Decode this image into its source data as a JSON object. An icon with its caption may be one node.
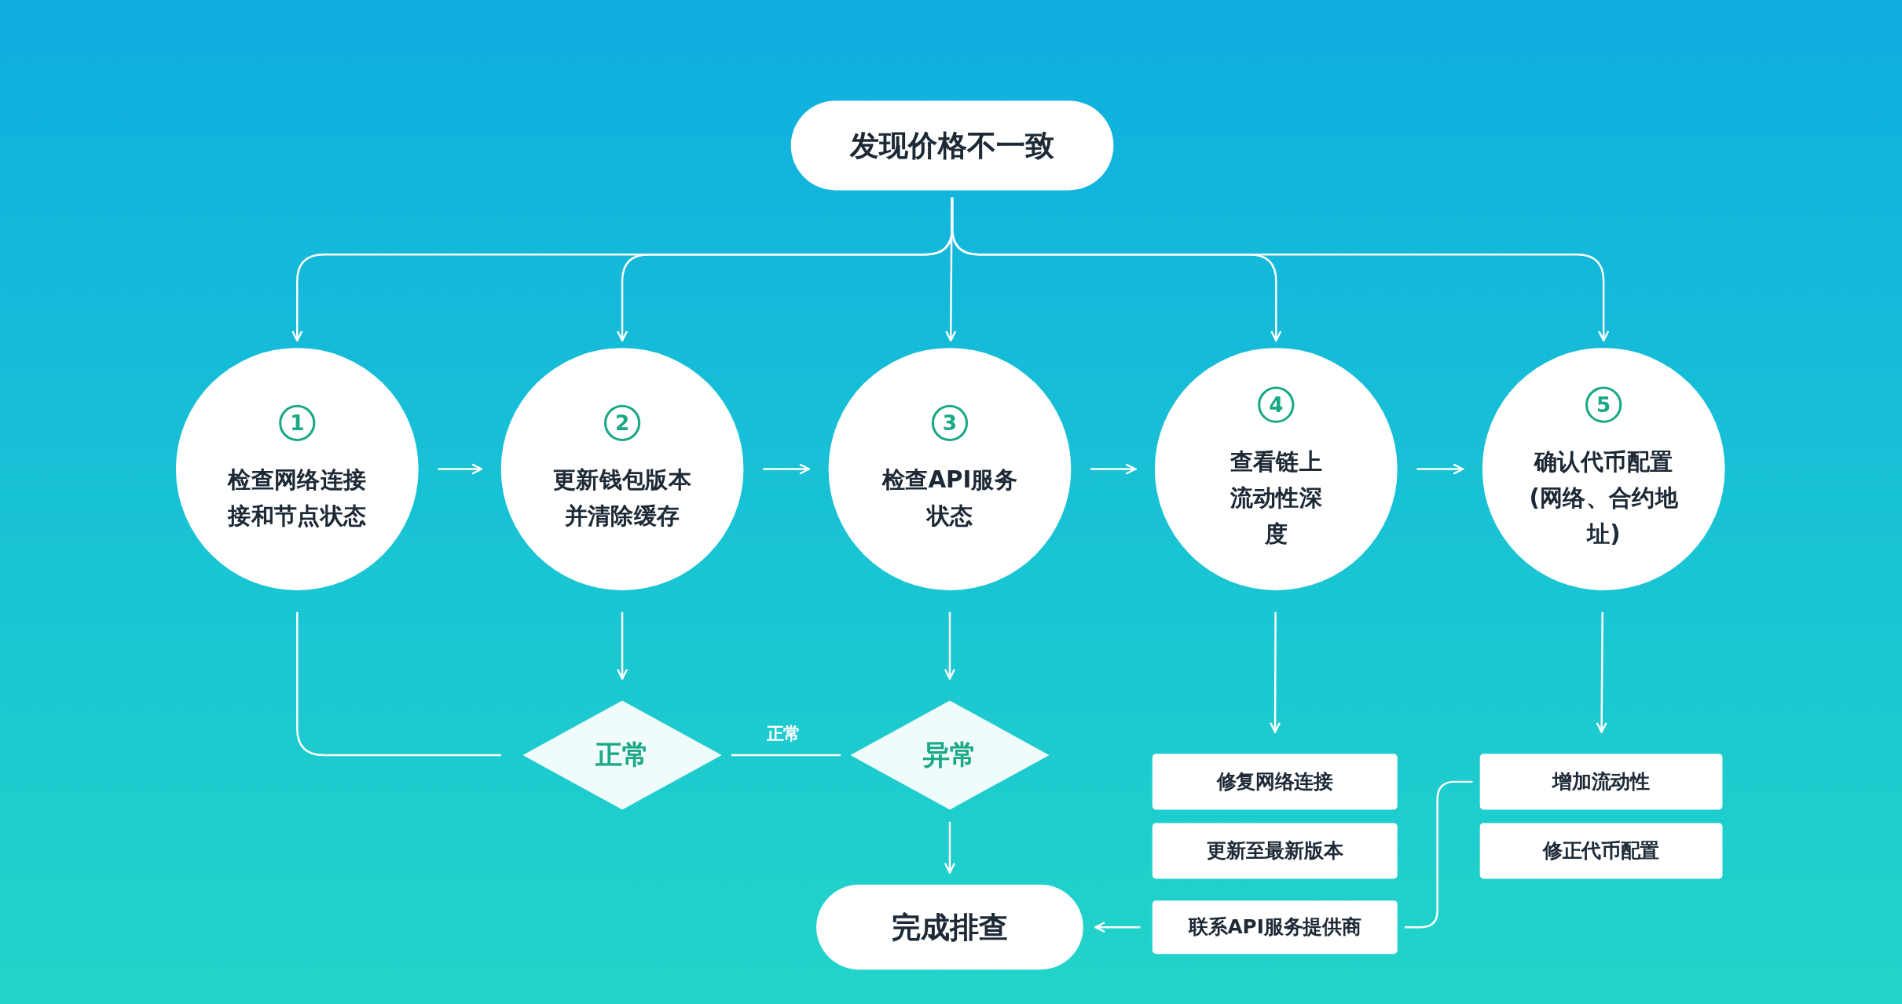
{
  "diagram": {
    "nodes": [
      {
        "text": [
          "发现价格不一致"
        ]
      },
      {
        "text": [
          "1",
          "检查网络连接接和节点状态"
        ]
      },
      {
        "text": [
          "2",
          "更新钱包版本并清除缓存"
        ]
      },
      {
        "text": [
          "3",
          "检查API服务状态"
        ]
      },
      {
        "text": [
          "4",
          "查看链上流动性深度"
        ]
      },
      {
        "text": [
          "5",
          "确认代币配置(网络、合约地址)"
        ]
      },
      {
        "text": [
          "正常"
        ]
      },
      {
        "text": [
          "异常"
        ]
      },
      {
        "text": [
          "完成排查"
        ]
      },
      {
        "text": [
          "修复网络连接"
        ]
      },
      {
        "text": [
          "更新至最新版本"
        ]
      },
      {
        "text": [
          "联系API服务提供商"
        ]
      },
      {
        "text": [
          "增加流动性"
        ]
      },
      {
        "text": [
          "修正代币配置"
        ]
      }
    ],
    "edges": [
      {
        "from": 0,
        "to": 1,
        "arrow": "to"
      },
      {
        "from": 0,
        "to": 2,
        "arrow": "to"
      },
      {
        "from": 0,
        "to": 3,
        "arrow": "to"
      },
      {
        "from": 0,
        "to": 4,
        "arrow": "to"
      },
      {
        "from": 0,
        "to": 5,
        "arrow": "to"
      },
      {
        "from": 1,
        "to": 2,
        "arrow": "to"
      },
      {
        "from": 2,
        "to": 3,
        "arrow": "to"
      },
      {
        "from": 3,
        "to": 4,
        "arrow": "to"
      },
      {
        "from": 4,
        "to": 5,
        "arrow": "to"
      },
      {
        "from": 1,
        "to": 6,
        "arrow": "none"
      },
      {
        "from": 2,
        "to": 6,
        "arrow": "to"
      },
      {
        "from": 3,
        "to": 7,
        "arrow": "to"
      },
      {
        "from": 6,
        "to": 7,
        "arrow": "none",
        "label": "正常"
      },
      {
        "from": 7,
        "to": 8,
        "arrow": "to"
      },
      {
        "from": 4,
        "to": 9,
        "arrow": "to"
      },
      {
        "from": 5,
        "to": 12,
        "arrow": "to"
      },
      {
        "from": 11,
        "to": 8,
        "arrow": "to"
      },
      {
        "from": 12,
        "to": 11,
        "arrow": "none"
      }
    ]
  }
}
